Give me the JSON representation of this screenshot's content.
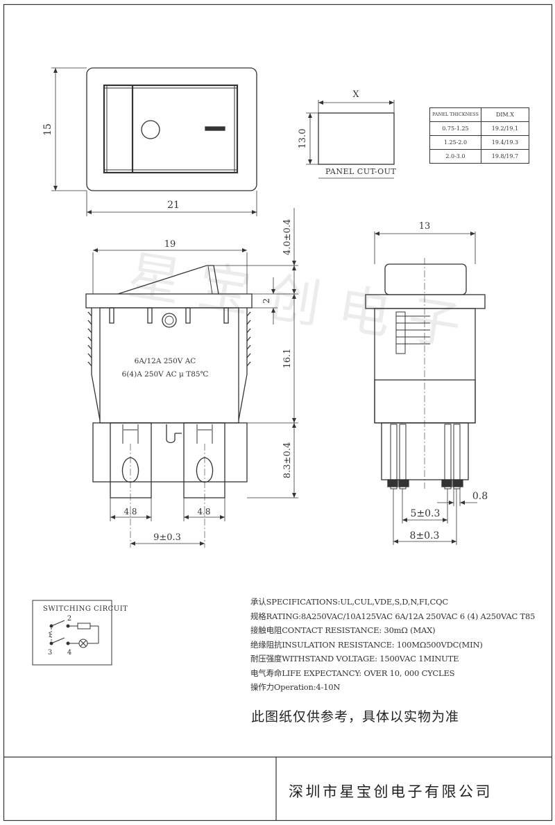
{
  "watermark": "星宝创电子",
  "top_view": {
    "dim_height": "15",
    "dim_width": "21"
  },
  "panel_cutout": {
    "dim_x": "X",
    "dim_y": "13.0",
    "label": "PANEL CUT-OUT"
  },
  "panel_table": {
    "header_thickness": "PANEL THICKNESS",
    "header_dim": "DIM.X",
    "rows": [
      {
        "thickness": "0.75-1.25",
        "dim": "19.2/19.1"
      },
      {
        "thickness": "1.25-2.0",
        "dim": "19.4/19.3"
      },
      {
        "thickness": "2.0-3.0",
        "dim": "19.8/19.7"
      }
    ]
  },
  "front_view": {
    "dim_width": "19",
    "dim_top": "4.0±0.4",
    "dim_flange": "2",
    "dim_body": "16.1",
    "dim_terminal": "8.3±0.4",
    "dim_tab_left": "4.8",
    "dim_tab_right": "4.8",
    "dim_pitch": "9±0.3",
    "label_line1": "6A/12A 250V AC",
    "label_line2": "6(4)A 250V AC μ T85℃"
  },
  "side_view": {
    "dim_width": "13",
    "dim_pin": "0.8",
    "dim_inner": "5±0.3",
    "dim_outer": "8±0.3"
  },
  "switching_circuit": {
    "title": "SWITCHING CIRCUIT",
    "terminals": [
      "1",
      "2",
      "3",
      "4"
    ]
  },
  "specs": [
    "承认SPECIFICATIONS:UL,CUL,VDE,S,D,N,FI,CQC",
    "规格RATING:8A250VAC/10A125VAC  6A/12A 250VAC 6 (4) A250VAC T85",
    "接触电阻CONTACT RESISTANCE: 30mΩ (MAX)",
    "绝缘阻抗INSULATION RESISTANCE: 100MΩ500VDC(MIN)",
    "耐压强度WITHSTAND VOLTAGE: 1500VAC 1MINUTE",
    "电气寿命LIFE EXPECTANCY: OVER 10, 000 CYCLES",
    "操作力Operation:4-10N"
  ],
  "note": "此图纸仅供参考，具体以实物为准",
  "company": "深圳市星宝创电子有限公司"
}
